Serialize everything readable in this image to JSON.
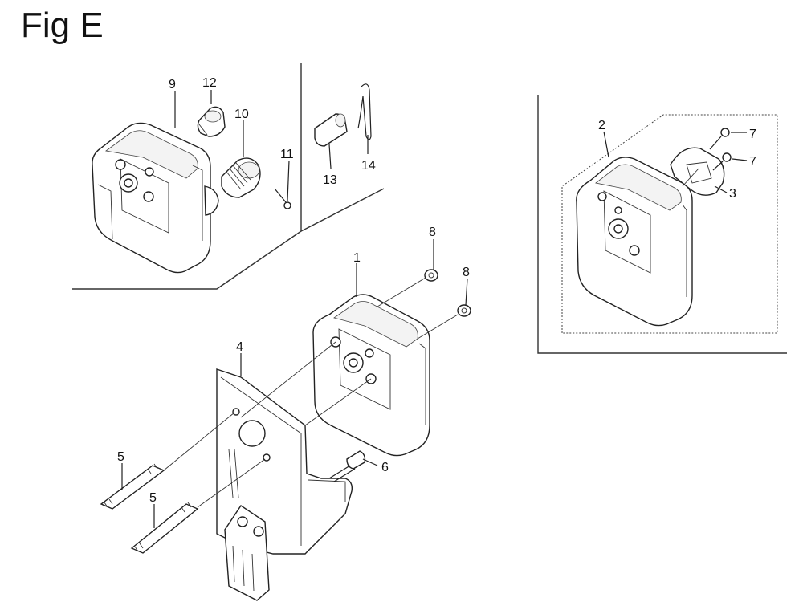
{
  "figure": {
    "title": "Fig E"
  },
  "callouts": {
    "p1": "1",
    "p2": "2",
    "p3": "3",
    "p4": "4",
    "p5a": "5",
    "p5b": "5",
    "p6": "6",
    "p7a": "7",
    "p7b": "7",
    "p8a": "8",
    "p8b": "8",
    "p9": "9",
    "p10": "10",
    "p11": "11",
    "p12": "12",
    "p13": "13",
    "p14": "14"
  }
}
